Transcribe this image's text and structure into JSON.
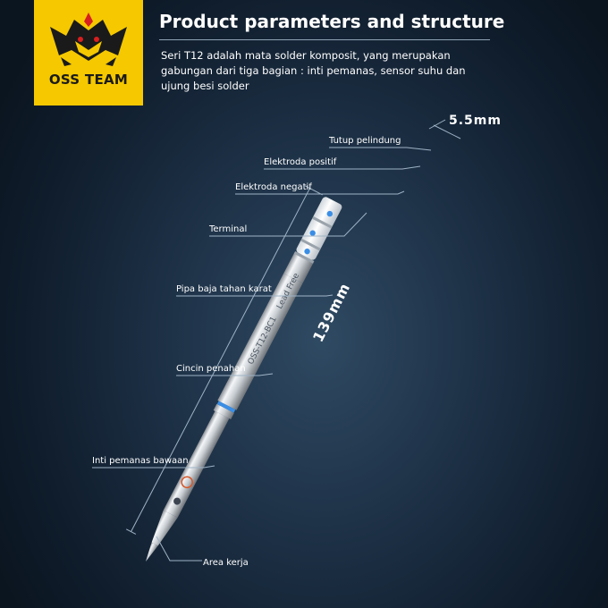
{
  "logo": {
    "text": "OSS TEAM",
    "colors": {
      "bg": "#f5c800",
      "mark": "#1a1a1a",
      "accent": "#d81f1f"
    }
  },
  "header": {
    "title": "Product parameters and structure",
    "description": "Seri T12 adalah mata solder komposit, yang merupakan gabungan dari tiga bagian : inti pemanas, sensor suhu dan ujung besi solder"
  },
  "dimensions": {
    "diameter": "5.5mm",
    "length": "139mm"
  },
  "tip_imprint": {
    "model": "OSS-T12-BC1",
    "badge": "Lead Free"
  },
  "labels": [
    {
      "key": "cap",
      "text": "Tutup pelindung"
    },
    {
      "key": "pos",
      "text": "Elektroda positif"
    },
    {
      "key": "neg",
      "text": "Elektroda negatif"
    },
    {
      "key": "term",
      "text": "Terminal"
    },
    {
      "key": "pipe",
      "text": "Pipa baja tahan karat"
    },
    {
      "key": "ring",
      "text": "Cincin penahan"
    },
    {
      "key": "heat",
      "text": "Inti pemanas bawaan"
    },
    {
      "key": "work",
      "text": "Area kerja"
    }
  ],
  "colors": {
    "background": "#1c2f44",
    "line": "#9fb3c6",
    "marker": "#3a8ee6"
  }
}
